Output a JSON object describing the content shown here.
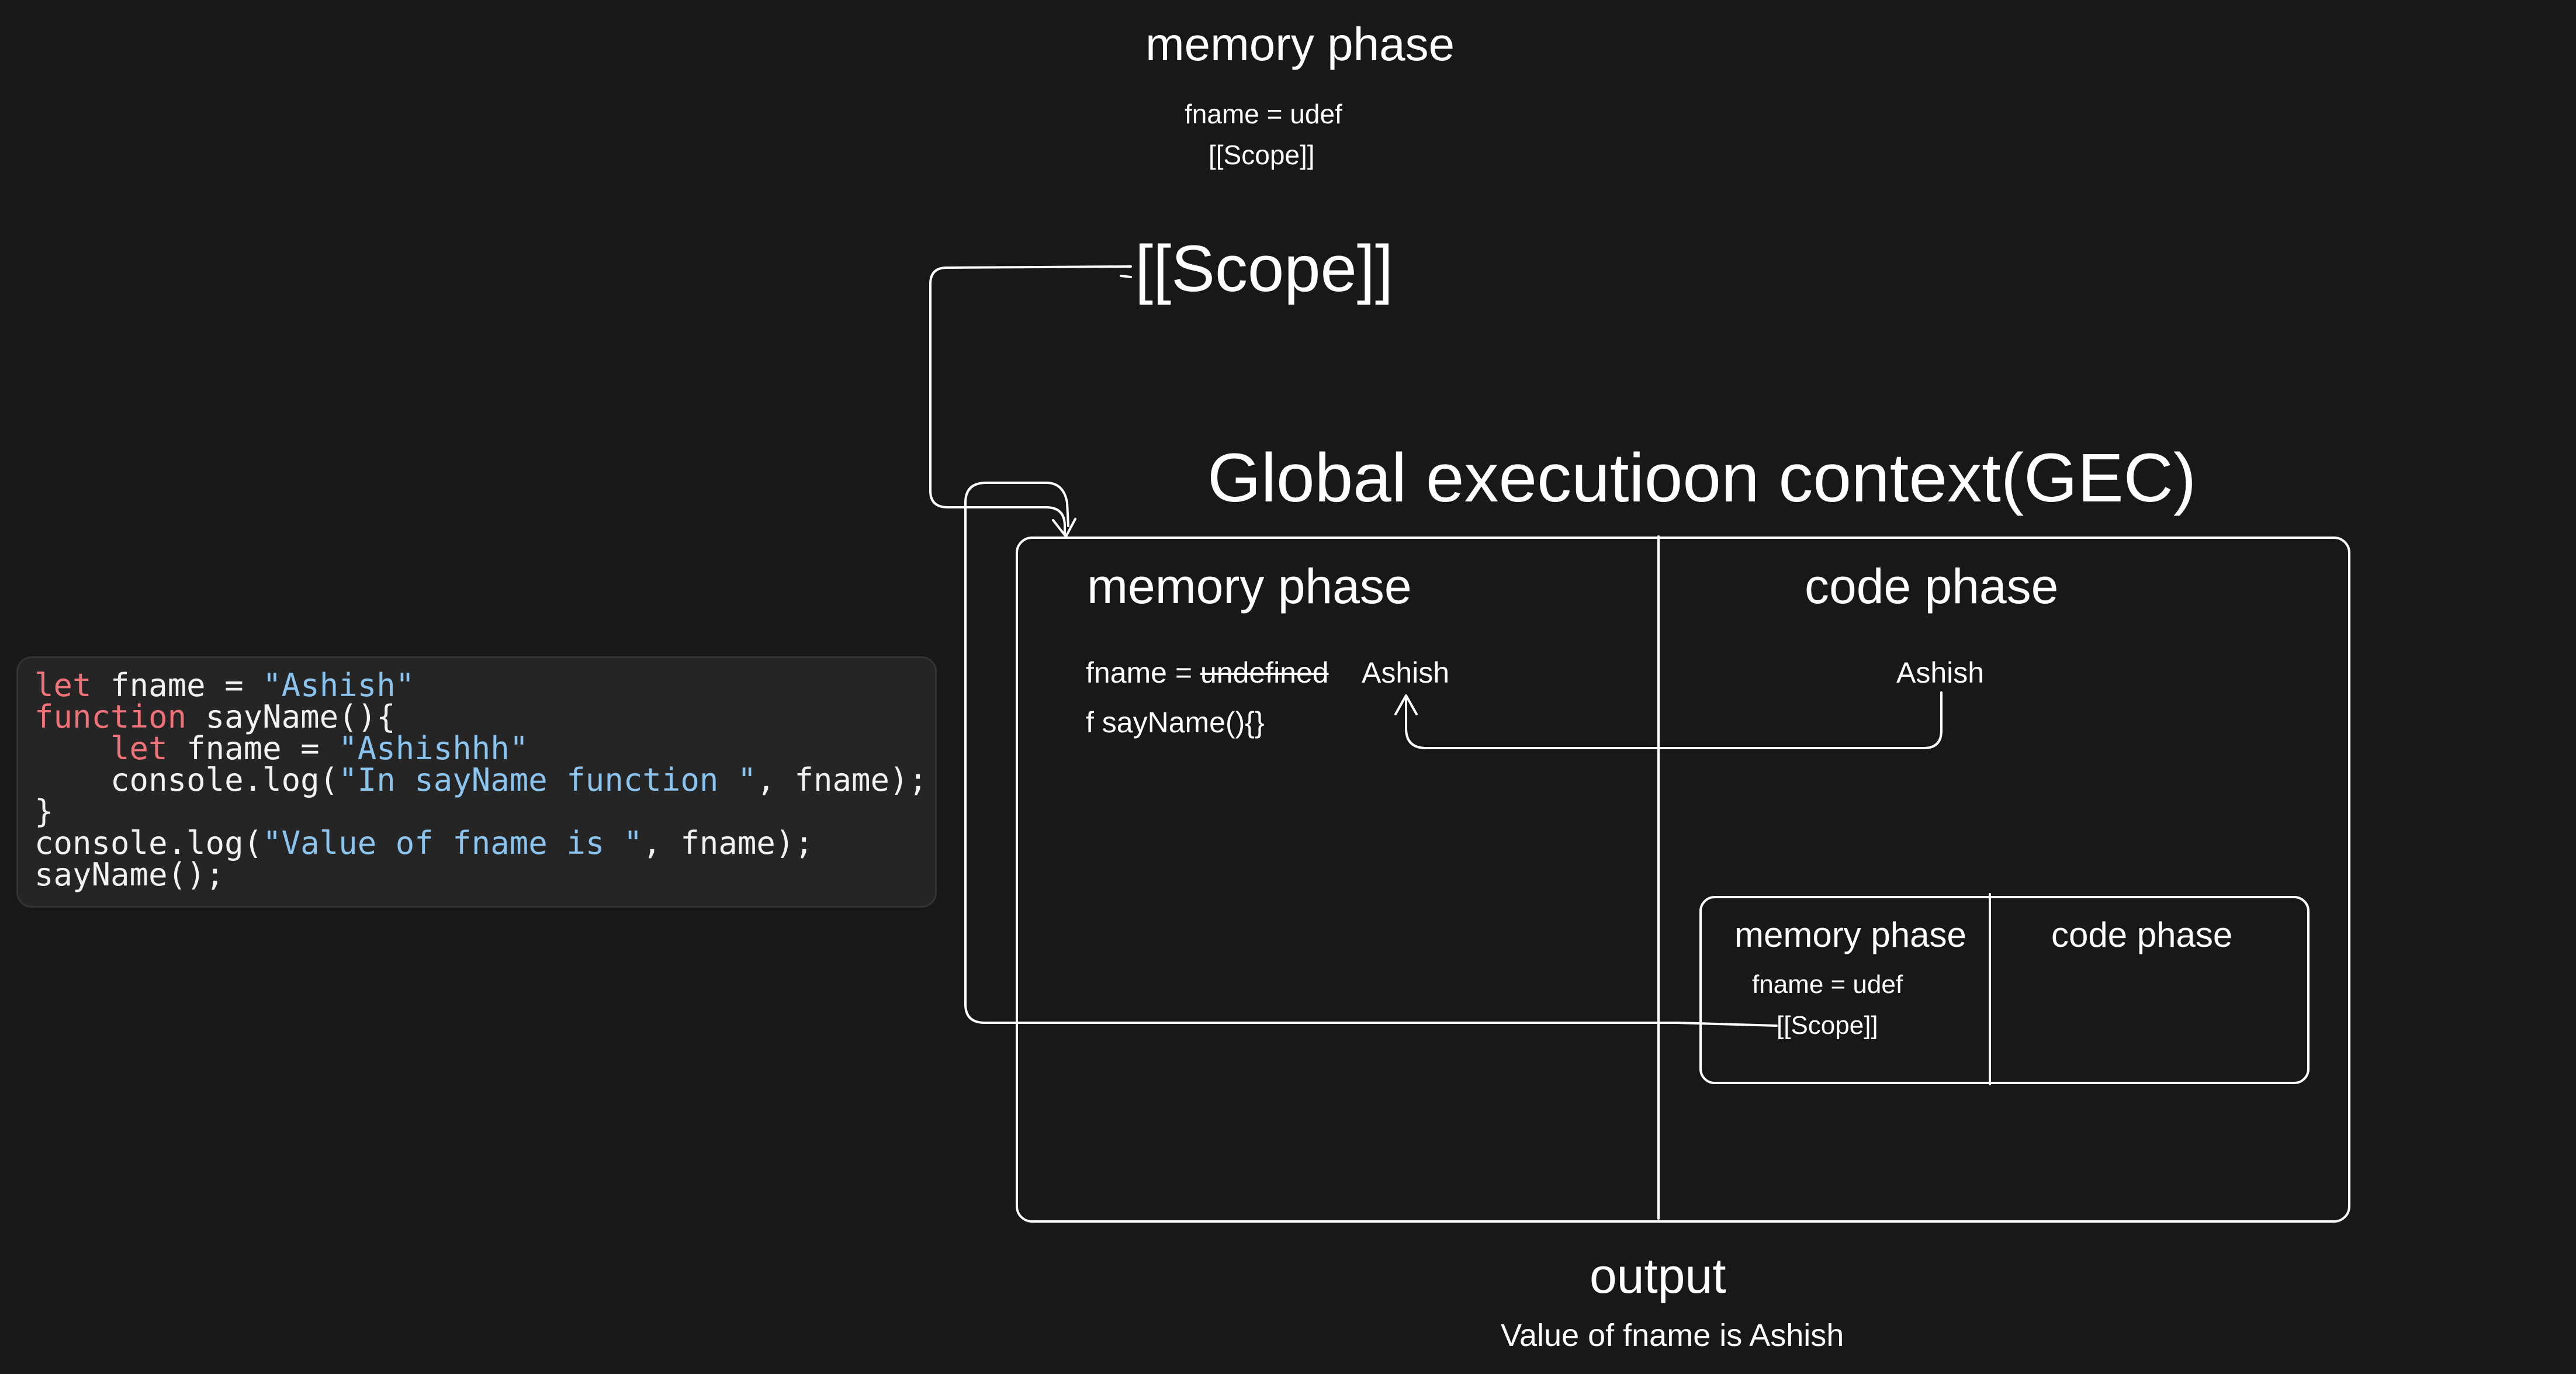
{
  "top": {
    "title": "memory phase",
    "fname": "fname = udef",
    "scope": "[[Scope]]"
  },
  "scope_big": "[[Scope]]",
  "gec": {
    "title": "Global executioon context(GEC)",
    "memory": {
      "heading": "memory phase",
      "fname_prefix": "fname = ",
      "fname_struck": "undefined",
      "fname_new": "Ashish",
      "func": "f sayName(){}"
    },
    "code": {
      "heading": "code phase",
      "value": "Ashish"
    },
    "inner": {
      "memory_heading": "memory phase",
      "code_heading": "code phase",
      "fname": "fname = udef",
      "scope": "[[Scope]]"
    }
  },
  "output": {
    "title": "output",
    "text": "Value of fname is Ashish"
  },
  "code_lines": [
    [
      {
        "t": "let",
        "c": "kw"
      },
      {
        "t": " fname = "
      },
      {
        "t": "\"Ashish\"",
        "c": "str"
      }
    ],
    [
      {
        "t": "function",
        "c": "kw"
      },
      {
        "t": " sayName(){"
      }
    ],
    [
      {
        "t": "    "
      },
      {
        "t": "let",
        "c": "kw"
      },
      {
        "t": " fname = "
      },
      {
        "t": "\"Ashishhh\"",
        "c": "str"
      }
    ],
    [
      {
        "t": "    console.log("
      },
      {
        "t": "\"In sayName function \"",
        "c": "str"
      },
      {
        "t": ", fname);"
      }
    ],
    [
      {
        "t": "}"
      }
    ],
    [
      {
        "t": "console.log("
      },
      {
        "t": "\"Value of fname is \"",
        "c": "str"
      },
      {
        "t": ", fname);"
      }
    ],
    [
      {
        "t": "sayName();"
      }
    ]
  ],
  "colors": {
    "background": "#181818",
    "ink": "#ffffff",
    "keyword": "#f07178",
    "string": "#8cc4f0",
    "code_bg": "#252525"
  }
}
